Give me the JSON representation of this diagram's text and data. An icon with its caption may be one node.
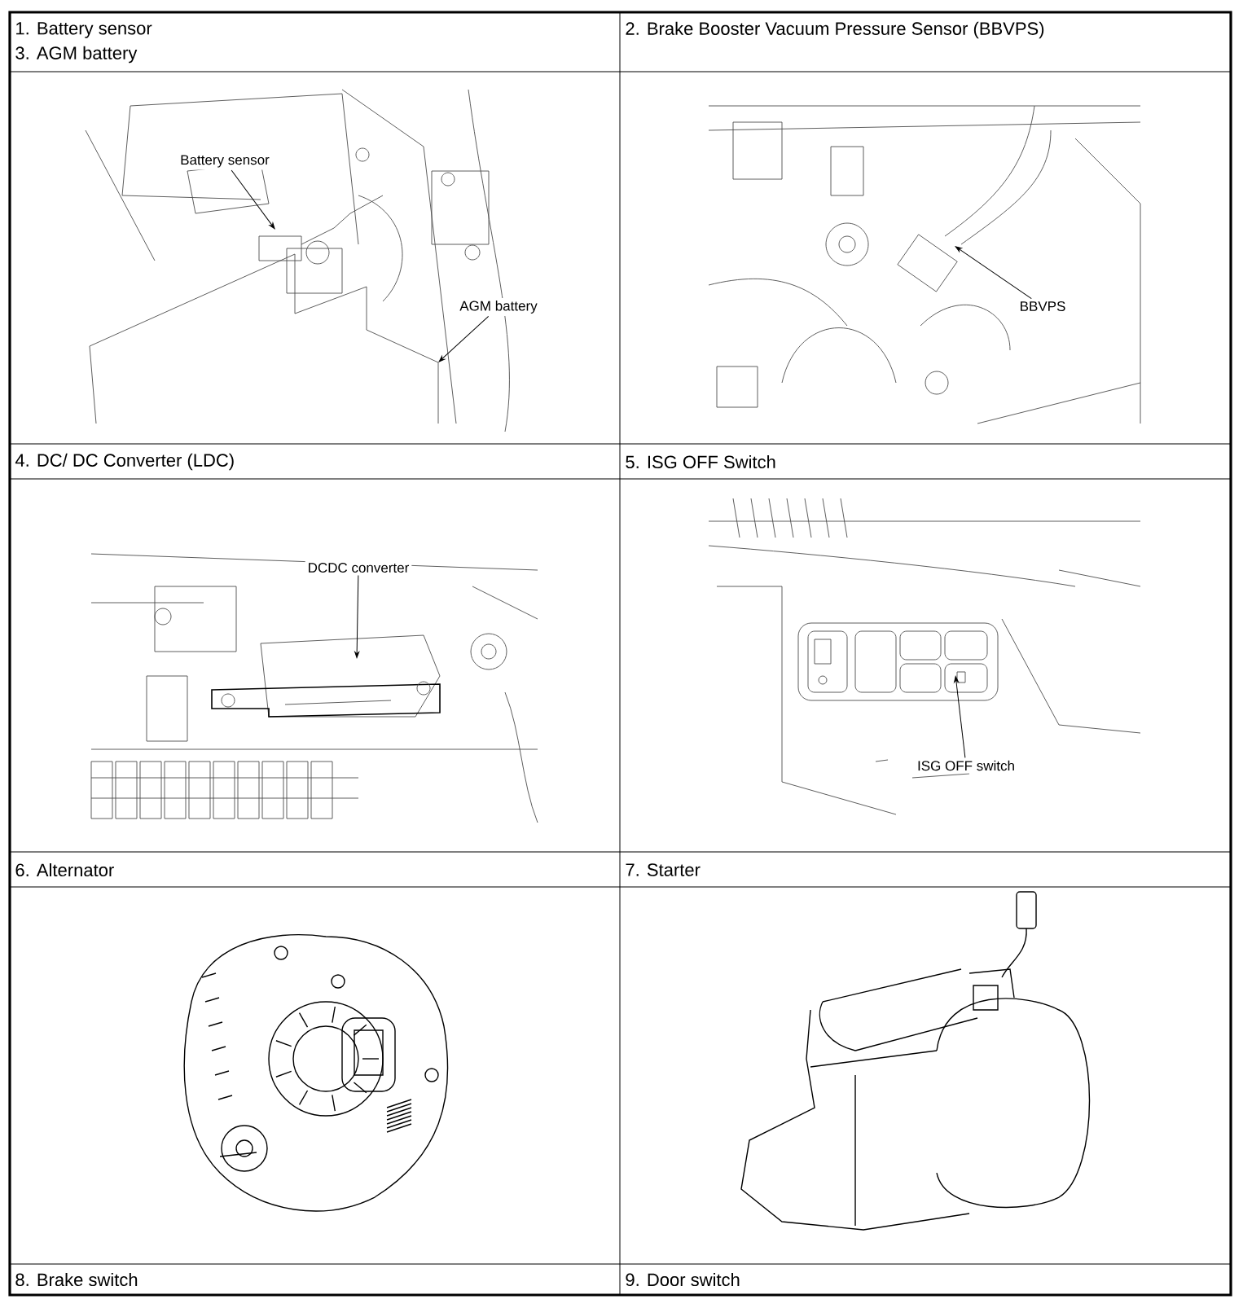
{
  "diagram": {
    "nodes": [
      {
        "text": [
          "Battery sensor"
        ]
      },
      {
        "text": [
          "AGM battery"
        ]
      },
      {
        "text": [
          "BBVPS"
        ]
      },
      {
        "text": [
          "DCDC converter"
        ]
      },
      {
        "text": [
          "ISG OFF switch"
        ]
      }
    ],
    "edges": [
      {
        "from": 0,
        "to": null,
        "arrow": "to"
      },
      {
        "from": 1,
        "to": null,
        "arrow": "to"
      },
      {
        "from": 2,
        "to": null,
        "arrow": "to"
      },
      {
        "from": 3,
        "to": null,
        "arrow": "to"
      },
      {
        "from": 4,
        "to": null,
        "arrow": "to"
      }
    ],
    "labels": [
      "1. Battery sensor",
      "3. AGM battery",
      "2. Brake Booster Vacuum Pressure Sensor (BBVPS)",
      "4. DC/ DC Converter (LDC)",
      "5. ISG OFF Switch",
      "6. Alternator",
      "7. Starter",
      "8. Brake switch",
      "9. Door switch"
    ]
  }
}
